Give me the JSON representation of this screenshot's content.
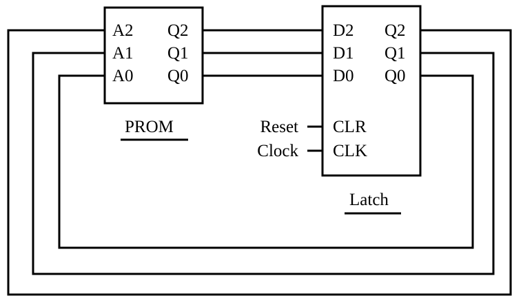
{
  "prom": {
    "name": "PROM",
    "inputs": [
      "A2",
      "A1",
      "A0"
    ],
    "outputs": [
      "Q2",
      "Q1",
      "Q0"
    ]
  },
  "latch": {
    "name": "Latch",
    "inputs": [
      "D2",
      "D1",
      "D0"
    ],
    "outputs": [
      "Q2",
      "Q1",
      "Q0"
    ],
    "control_pins": [
      "CLR",
      "CLK"
    ]
  },
  "signals": {
    "reset": "Reset",
    "clock": "Clock"
  },
  "colors": {
    "line": "#000000",
    "background": "#ffffff"
  }
}
